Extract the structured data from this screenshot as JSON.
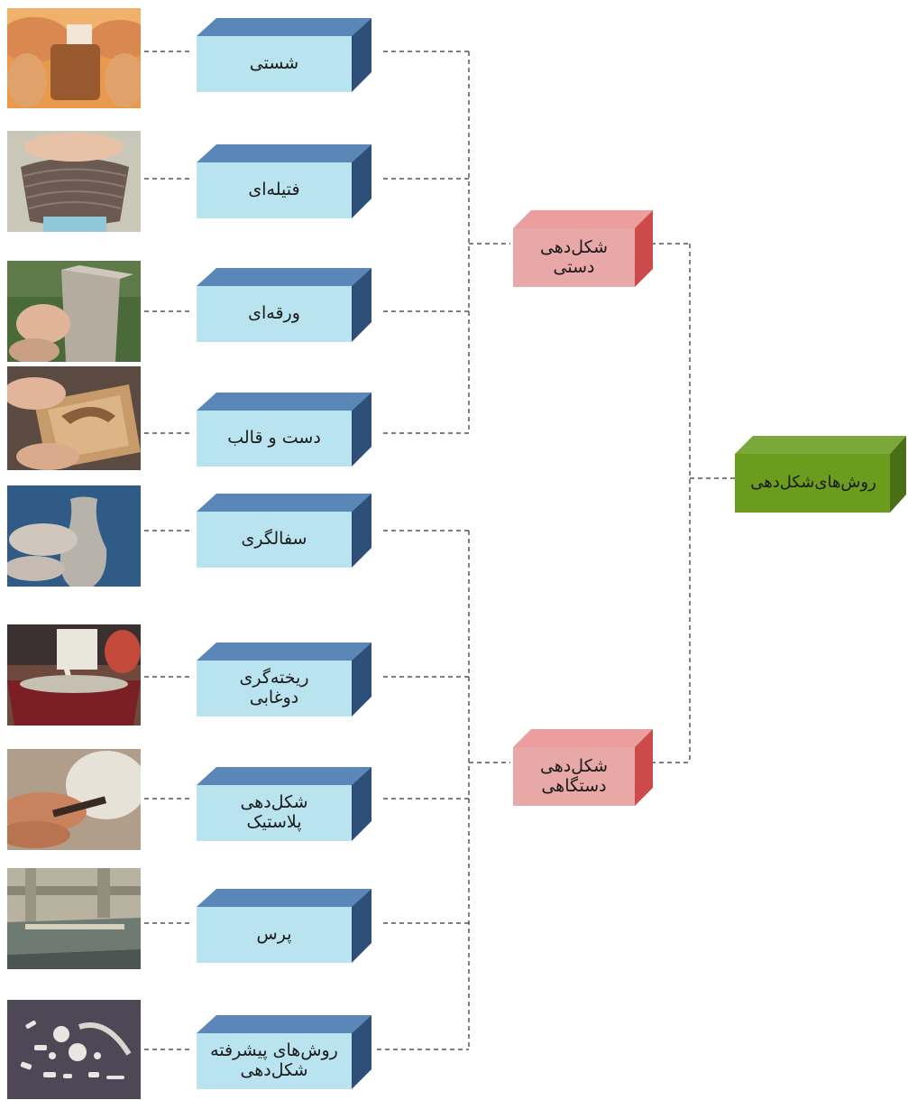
{
  "root": {
    "label": "روش‌های‌شکل‌دهی",
    "color": "#6b9c1e"
  },
  "groups": [
    {
      "label_line1": "شکل‌دهی",
      "label_line2": "دستی",
      "color": "#e89a9a"
    },
    {
      "label_line1": "شکل‌دهی",
      "label_line2": "دستگاهی",
      "color": "#e89a9a"
    }
  ],
  "methods": [
    {
      "line1": "شستی",
      "line2": "",
      "photo": "hands-shaping-clay-block-photo"
    },
    {
      "line1": "فتیله‌ای",
      "line2": "",
      "photo": "coiled-clay-pot-photo"
    },
    {
      "line1": "ورقه‌ای",
      "line2": "",
      "photo": "clay-slab-box-photo"
    },
    {
      "line1": "دست و قالب",
      "line2": "",
      "photo": "press-mold-tile-photo"
    },
    {
      "line1": "سفالگری",
      "line2": "",
      "photo": "pottery-wheel-vase-photo"
    },
    {
      "line1": "ریخته‌گری",
      "line2": "دوغابی",
      "photo": "slip-casting-pour-photo"
    },
    {
      "line1": "شکل‌دهی",
      "line2": "پلاستیک",
      "photo": "plastic-forming-photo"
    },
    {
      "line1": "پرس",
      "line2": "",
      "photo": "press-machine-photo"
    },
    {
      "line1": "روش‌های پیشرفته",
      "line2": "شکل‌دهی",
      "photo": "advanced-ceramic-parts-photo"
    }
  ],
  "colors": {
    "method_front": "#b9e3ef",
    "method_top": "#5b87b8",
    "method_side": "#2e5078",
    "connector": "#333333"
  }
}
